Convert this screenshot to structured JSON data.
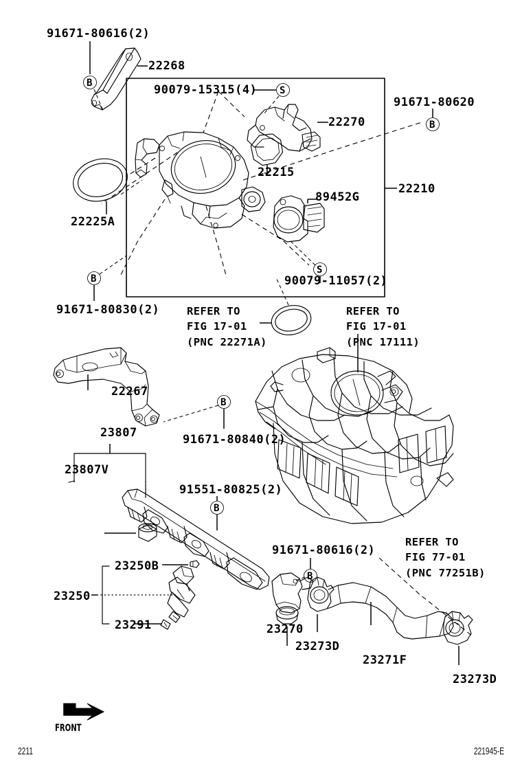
{
  "diagram": {
    "sheet_number": "2211",
    "drawing_code": "221945-E",
    "orientation_marker": "FRONT"
  },
  "group_box": {
    "callout": "22210"
  },
  "labels": {
    "l_91671_80616_top": "91671-80616(2)",
    "l_22268": "22268",
    "l_90079_15315": "90079-15315(4)",
    "l_22270": "22270",
    "l_22215": "22215",
    "l_91671_80620": "91671-80620",
    "l_22210": "22210",
    "l_89452G": "89452G",
    "l_22225A": "22225A",
    "l_90079_11057": "90079-11057(2)",
    "l_91671_80830": "91671-80830(2)",
    "l_22267": "22267",
    "l_91671_80840": "91671-80840(2)",
    "l_23807": "23807",
    "l_23807V": "23807V",
    "l_91551_80825": "91551-80825(2)",
    "l_23250B": "23250B",
    "l_23250": "23250",
    "l_23291": "23291",
    "l_91671_80616_bot": "91671-80616(2)",
    "l_23270": "23270",
    "l_23273D_left": "23273D",
    "l_23271F": "23271F",
    "l_23273D_right": "23273D"
  },
  "refer_blocks": {
    "refer_22271A": "REFER TO\nFIG 17-01\n(PNC 22271A)",
    "refer_17111": "REFER TO\nFIG 17-01\n(PNC 17111)",
    "refer_77251B": "REFER TO\nFIG 77-01\n(PNC 77251B)"
  },
  "markers": {
    "b1": "B",
    "b2": "B",
    "b3": "B",
    "b4": "B",
    "b5": "B",
    "b6": "B",
    "s1": "S",
    "s2": "S"
  }
}
